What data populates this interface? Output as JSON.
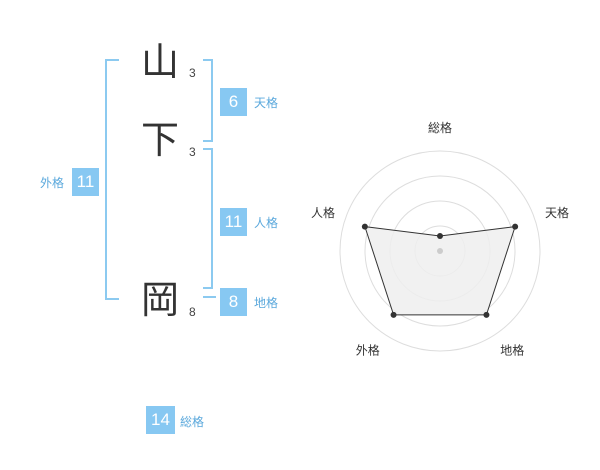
{
  "name": {
    "chars": [
      {
        "char": "山",
        "strokes": "3"
      },
      {
        "char": "下",
        "strokes": "3"
      },
      {
        "char": "岡",
        "strokes": "8"
      }
    ]
  },
  "kakusu": {
    "tenkaku": {
      "value": "6",
      "label": "天格"
    },
    "jinkaku": {
      "value": "11",
      "label": "人格"
    },
    "chikaku": {
      "value": "8",
      "label": "地格"
    },
    "gaikaku": {
      "value": "11",
      "label": "外格"
    },
    "soukaku": {
      "value": "14",
      "label": "総格"
    }
  },
  "radar": {
    "axes": [
      "総格",
      "天格",
      "地格",
      "外格",
      "人格"
    ],
    "values": [
      0.15,
      0.79,
      0.79,
      0.79,
      0.79
    ],
    "colors": {
      "fill": "#eeeeee",
      "line": "#333333",
      "grid": "#dddddd"
    }
  }
}
